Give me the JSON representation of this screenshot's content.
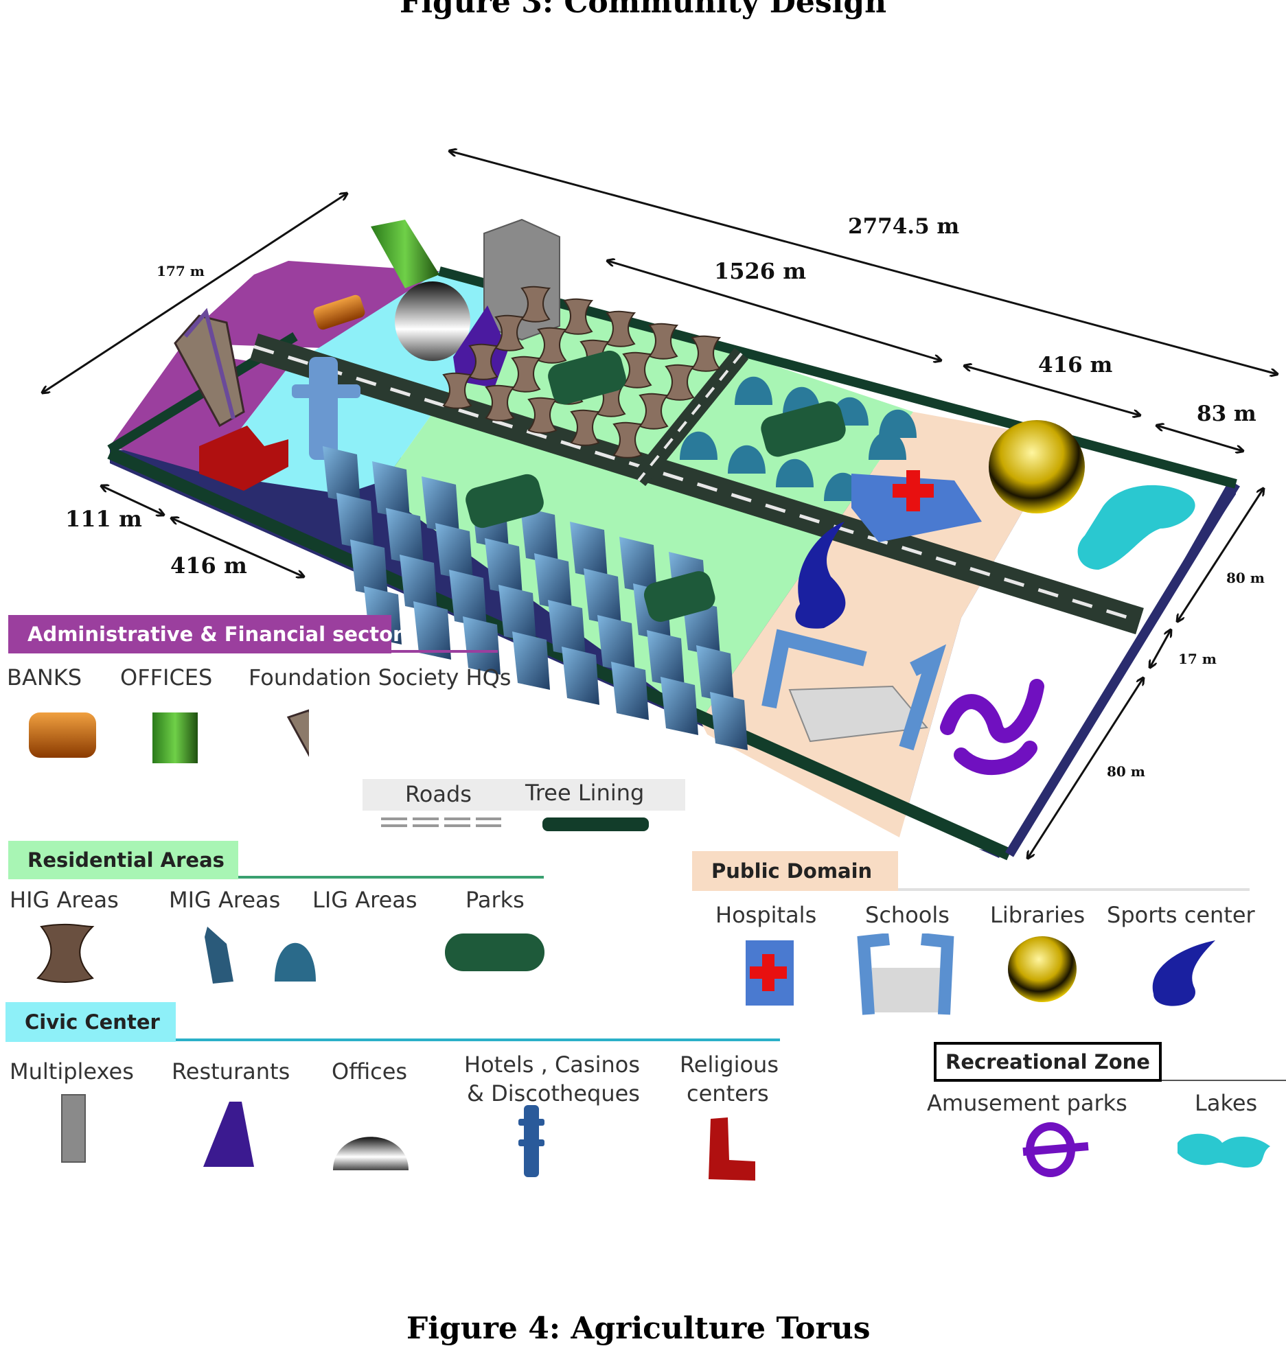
{
  "caption_top": "Figure 3: Community Design",
  "caption_bottom": "Figure 4: Agriculture Torus",
  "dimensions": {
    "d2774": "2774.5 m",
    "d1526": "1526 m",
    "d416a": "416 m",
    "d83": "83 m",
    "d177": "177 m",
    "d111": "111 m",
    "d416b": "416 m",
    "d80a": "80 m",
    "d17": "17 m",
    "d80b": "80 m"
  },
  "legend": {
    "admin": {
      "title": "Administrative & Financial sector",
      "color": "#9b3f9e",
      "items": [
        "BANKS",
        "OFFICES",
        "Foundation Society HQs"
      ]
    },
    "infra": {
      "roads": "Roads",
      "trees": "Tree Lining"
    },
    "residential": {
      "title": "Residential Areas",
      "color": "#a8f5b4",
      "items": [
        "HIG Areas",
        "MIG Areas",
        "LIG Areas",
        "Parks"
      ]
    },
    "civic": {
      "title": "Civic Center",
      "color": "#8ef0f8",
      "items": [
        "Multiplexes",
        "Resturants",
        "Offices",
        "Hotels , Casinos",
        "& Discotheques",
        "Religious",
        "centers"
      ]
    },
    "public": {
      "title": "Public Domain",
      "color": "#f8dcc4",
      "items": [
        "Hospitals",
        "Schools",
        "Libraries",
        "Sports center"
      ]
    },
    "recreational": {
      "title": "Recreational Zone",
      "items": [
        "Amusement parks",
        "Lakes"
      ]
    }
  },
  "colors": {
    "purple_zone": "#9b3f9e",
    "cyan_zone": "#8ef0f8",
    "green_zone": "#a8f5b4",
    "peach_zone": "#f8dcc4",
    "tree": "#123d2a",
    "road": "#2a3a30",
    "platform_edge": "#2a2c6e"
  }
}
